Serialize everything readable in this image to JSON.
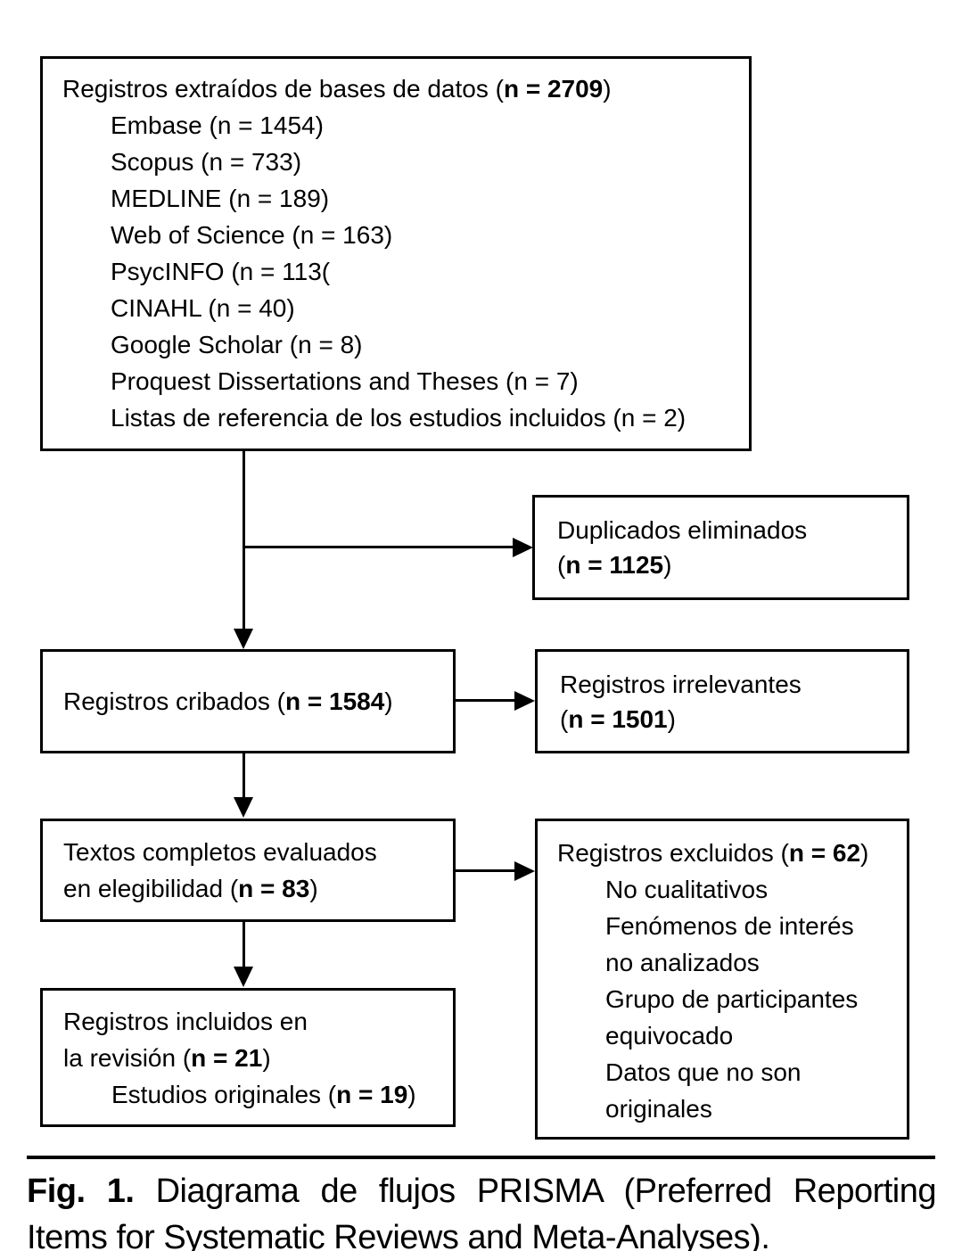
{
  "boxes": {
    "identified": {
      "lines": [
        {
          "pre": "Registros extraídos de bases de datos (",
          "bold": "n = 2709",
          "post": ")",
          "indent": false
        },
        {
          "pre": "Embase (n = 1454)",
          "bold": "",
          "post": "",
          "indent": true
        },
        {
          "pre": "Scopus (n = 733)",
          "bold": "",
          "post": "",
          "indent": true
        },
        {
          "pre": "MEDLINE (n = 189)",
          "bold": "",
          "post": "",
          "indent": true
        },
        {
          "pre": "Web of Science (n = 163)",
          "bold": "",
          "post": "",
          "indent": true
        },
        {
          "pre": "PsycINFO (n = 113(",
          "bold": "",
          "post": "",
          "indent": true
        },
        {
          "pre": "CINAHL (n = 40)",
          "bold": "",
          "post": "",
          "indent": true
        },
        {
          "pre": "Google Scholar (n = 8)",
          "bold": "",
          "post": "",
          "indent": true
        },
        {
          "pre": "Proquest Dissertations and Theses (n = 7)",
          "bold": "",
          "post": "",
          "indent": true
        },
        {
          "pre": "Listas de referencia de los estudios incluidos (n = 2)",
          "bold": "",
          "post": "",
          "indent": true
        }
      ]
    },
    "duplicates_removed": {
      "lines": [
        {
          "pre": "Duplicados eliminados",
          "bold": "",
          "post": "",
          "indent": false
        },
        {
          "pre": "(",
          "bold": "n = 1125",
          "post": ")",
          "indent": false
        }
      ]
    },
    "records_screened": {
      "lines": [
        {
          "pre": "Registros cribados (",
          "bold": "n = 1584",
          "post": ")",
          "indent": false
        }
      ]
    },
    "records_irrelevant": {
      "lines": [
        {
          "pre": "Registros irrelevantes",
          "bold": "",
          "post": "",
          "indent": false
        },
        {
          "pre": "(",
          "bold": "n = 1501",
          "post": ")",
          "indent": false
        }
      ]
    },
    "fulltext_assessed": {
      "lines": [
        {
          "pre": "Textos completos evaluados",
          "bold": "",
          "post": "",
          "indent": false
        },
        {
          "pre": "en elegibilidad (",
          "bold": "n = 83",
          "post": ")",
          "indent": false
        }
      ]
    },
    "records_excluded": {
      "lines": [
        {
          "pre": "Registros excluidos (",
          "bold": "n = 62",
          "post": ")",
          "indent": false
        },
        {
          "pre": "No cualitativos",
          "bold": "",
          "post": "",
          "indent": true
        },
        {
          "pre": "Fenómenos de interés",
          "bold": "",
          "post": "",
          "indent": true
        },
        {
          "pre": "no analizados",
          "bold": "",
          "post": "",
          "indent": true
        },
        {
          "pre": "Grupo de participantes",
          "bold": "",
          "post": "",
          "indent": true
        },
        {
          "pre": "equivocado",
          "bold": "",
          "post": "",
          "indent": true
        },
        {
          "pre": "Datos que no son",
          "bold": "",
          "post": "",
          "indent": true
        },
        {
          "pre": "originales",
          "bold": "",
          "post": "",
          "indent": true
        }
      ]
    },
    "records_included": {
      "lines": [
        {
          "pre": "Registros incluidos en",
          "bold": "",
          "post": "",
          "indent": false
        },
        {
          "pre": "la revisión (",
          "bold": "n = 21",
          "post": ")",
          "indent": false
        },
        {
          "pre": "Estudios originales (",
          "bold": "n = 19",
          "post": ")",
          "indent": true
        }
      ]
    }
  },
  "caption": {
    "fig_label": "Fig. 1.",
    "line1_rest": " Diagrama de flujos PRISMA (Preferred Reporting",
    "line2": "Items for Systematic Reviews and Meta-Analyses)."
  },
  "colors": {
    "ink": "#000000",
    "background": "#ffffff"
  }
}
